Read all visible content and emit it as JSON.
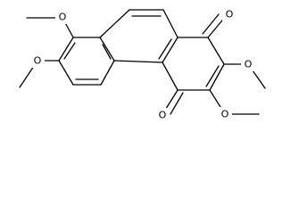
{
  "figure": {
    "atom_labels": {
      "o_left_top": "O",
      "o_left_bottom": "O",
      "o_carbonyl_top": "O",
      "o_carbonyl_bottom": "O",
      "o_right_mid": "O",
      "o_right_bottom": "O"
    }
  }
}
